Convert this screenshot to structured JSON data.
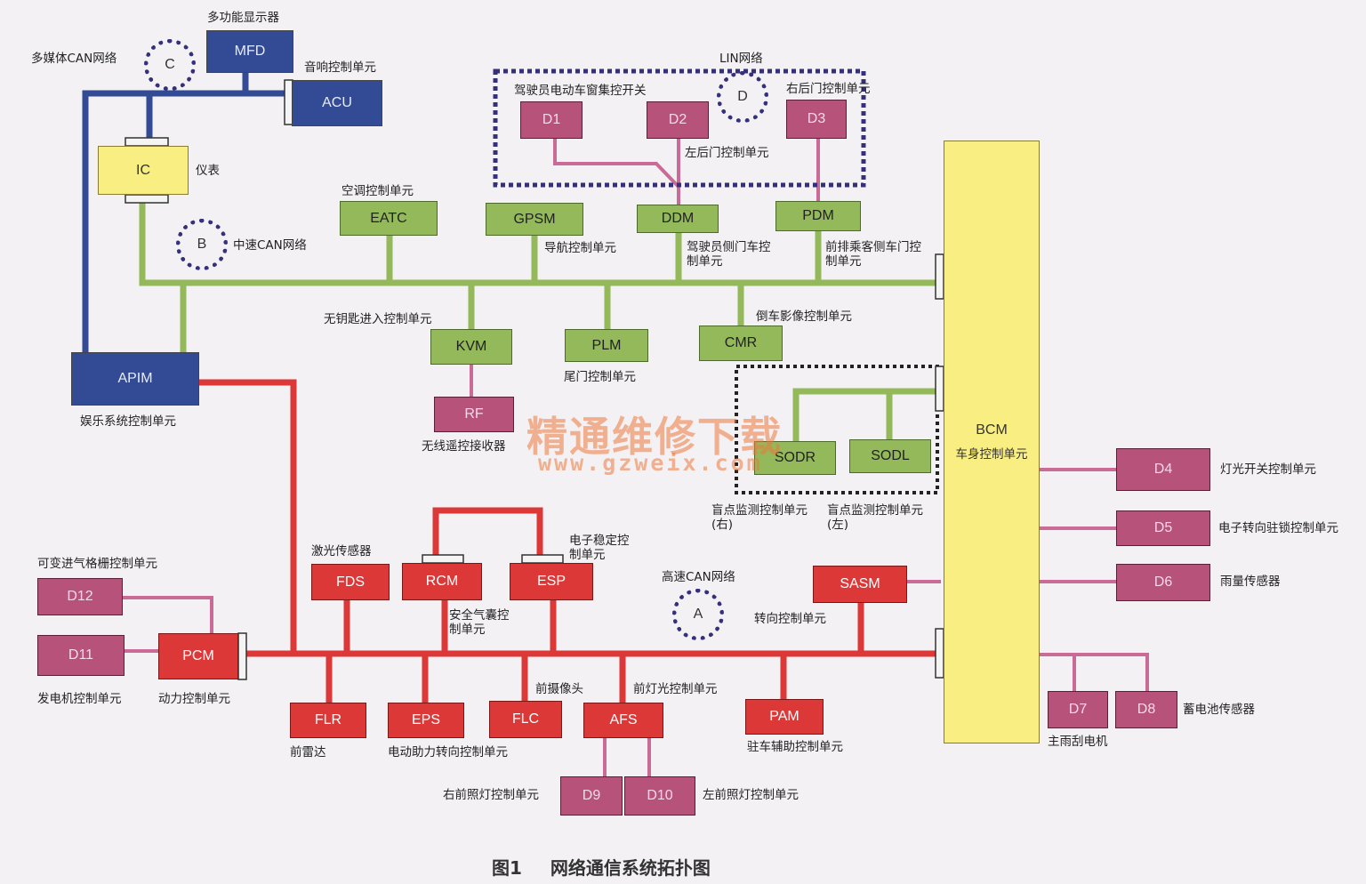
{
  "colors": {
    "blue_bus": "#334a94",
    "green_bus": "#93b95a",
    "red_bus": "#dd3838",
    "pink_link": "#c96b96",
    "bcm": "#f9ee82"
  },
  "caption": {
    "fig": "图1",
    "title": "网络通信系统拓扑图"
  },
  "watermark": {
    "cn": "精通维修下载",
    "url": "www.gzweix.com"
  },
  "networks": {
    "A": {
      "letter": "A",
      "label": "高速CAN网络"
    },
    "B": {
      "letter": "B",
      "label": "中速CAN网络"
    },
    "C": {
      "letter": "C",
      "label": "多媒体CAN网络"
    },
    "D": {
      "letter": "D",
      "label": "LIN网络"
    }
  },
  "modules": {
    "MFD": {
      "code": "MFD",
      "desc": "多功能显示器"
    },
    "ACU": {
      "code": "ACU",
      "desc": "音响控制单元"
    },
    "IC": {
      "code": "IC",
      "desc": "仪表"
    },
    "APIM": {
      "code": "APIM",
      "desc": "娱乐系统控制单元"
    },
    "EATC": {
      "code": "EATC",
      "desc": "空调控制单元"
    },
    "GPSM": {
      "code": "GPSM",
      "desc": "导航控制单元"
    },
    "DDM": {
      "code": "DDM",
      "desc": "驾驶员侧门车控制单元"
    },
    "PDM": {
      "code": "PDM",
      "desc": "前排乘客侧车门控制单元"
    },
    "KVM": {
      "code": "KVM",
      "desc": "无钥匙进入控制单元"
    },
    "PLM": {
      "code": "PLM",
      "desc": "尾门控制单元"
    },
    "CMR": {
      "code": "CMR",
      "desc": "倒车影像控制单元"
    },
    "RF": {
      "code": "RF",
      "desc": "无线遥控接收器"
    },
    "SODR": {
      "code": "SODR",
      "desc": "盲点监测控制单元(右)"
    },
    "SODL": {
      "code": "SODL",
      "desc": "盲点监测控制单元(左)"
    },
    "BCM": {
      "code": "BCM",
      "desc": "车身控制单元"
    },
    "D1": {
      "code": "D1",
      "desc": "驾驶员电动车窗集控开关"
    },
    "D2": {
      "code": "D2",
      "desc": "左后门控制单元"
    },
    "D3": {
      "code": "D3",
      "desc": "右后门控制单元"
    },
    "D4": {
      "code": "D4",
      "desc": "灯光开关控制单元"
    },
    "D5": {
      "code": "D5",
      "desc": "电子转向驻锁控制单元"
    },
    "D6": {
      "code": "D6",
      "desc": "雨量传感器"
    },
    "D7": {
      "code": "D7",
      "desc": "主雨刮电机"
    },
    "D8": {
      "code": "D8",
      "desc": "蓄电池传感器"
    },
    "D9": {
      "code": "D9",
      "desc": "右前照灯控制单元"
    },
    "D10": {
      "code": "D10",
      "desc": "左前照灯控制单元"
    },
    "D11": {
      "code": "D11",
      "desc": "发电机控制单元"
    },
    "D12": {
      "code": "D12",
      "desc": "可变进气格栅控制单元"
    },
    "PCM": {
      "code": "PCM",
      "desc": "动力控制单元"
    },
    "FDS": {
      "code": "FDS",
      "desc": "激光传感器"
    },
    "RCM": {
      "code": "RCM",
      "desc": "安全气囊控制单元"
    },
    "ESP": {
      "code": "ESP",
      "desc": "电子稳定控制单元"
    },
    "SASM": {
      "code": "SASM",
      "desc": "转向控制单元"
    },
    "FLR": {
      "code": "FLR",
      "desc": "前雷达"
    },
    "EPS": {
      "code": "EPS",
      "desc": "电动助力转向控制单元"
    },
    "FLC": {
      "code": "FLC",
      "desc": "前摄像头"
    },
    "AFS": {
      "code": "AFS",
      "desc": "前灯光控制单元"
    },
    "PAM": {
      "code": "PAM",
      "desc": "驻车辅助控制单元"
    }
  }
}
